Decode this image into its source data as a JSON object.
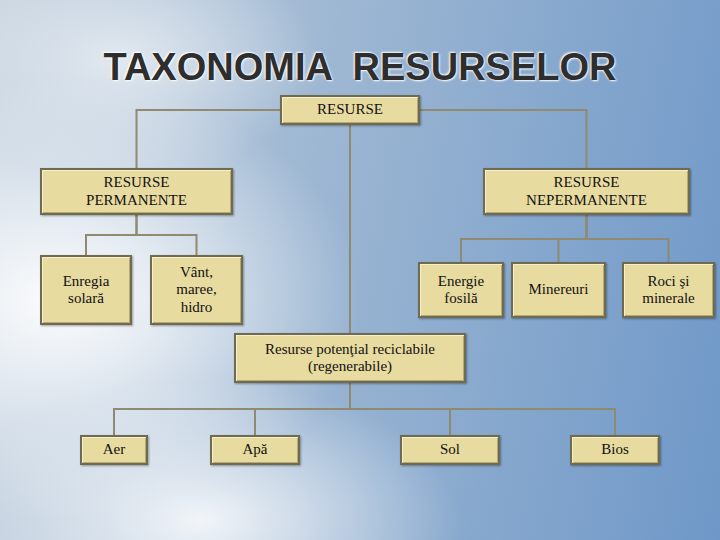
{
  "diagram": {
    "title": "TAXONOMIA  RESURSELOR",
    "nodes": [
      {
        "text": [
          "RESURSE"
        ]
      },
      {
        "text": [
          "RESURSE PERMANENTE"
        ]
      },
      {
        "text": [
          "RESURSE NEPERMANENTE"
        ]
      },
      {
        "text": [
          "Enregia solară"
        ]
      },
      {
        "text": [
          "Vânt, maree, hidro"
        ]
      },
      {
        "text": [
          "Energie fosilă"
        ]
      },
      {
        "text": [
          "Minereuri"
        ]
      },
      {
        "text": [
          "Roci şi minerale"
        ]
      },
      {
        "text": [
          "Resurse potenţial reciclabile (regenerabile)"
        ]
      },
      {
        "text": [
          "Aer"
        ]
      },
      {
        "text": [
          "Apă"
        ]
      },
      {
        "text": [
          "Sol"
        ]
      },
      {
        "text": [
          "Bios"
        ]
      }
    ],
    "edges": [
      {
        "from": 0,
        "to": 1,
        "arrow": "none"
      },
      {
        "from": 0,
        "to": 2,
        "arrow": "none"
      },
      {
        "from": 0,
        "to": 8,
        "arrow": "none"
      },
      {
        "from": 1,
        "to": 3,
        "arrow": "none"
      },
      {
        "from": 1,
        "to": 4,
        "arrow": "none"
      },
      {
        "from": 2,
        "to": 5,
        "arrow": "none"
      },
      {
        "from": 2,
        "to": 6,
        "arrow": "none"
      },
      {
        "from": 2,
        "to": 7,
        "arrow": "none"
      },
      {
        "from": 8,
        "to": 9,
        "arrow": "none"
      },
      {
        "from": 8,
        "to": 10,
        "arrow": "none"
      },
      {
        "from": 8,
        "to": 11,
        "arrow": "none"
      },
      {
        "from": 8,
        "to": 12,
        "arrow": "none"
      }
    ]
  }
}
